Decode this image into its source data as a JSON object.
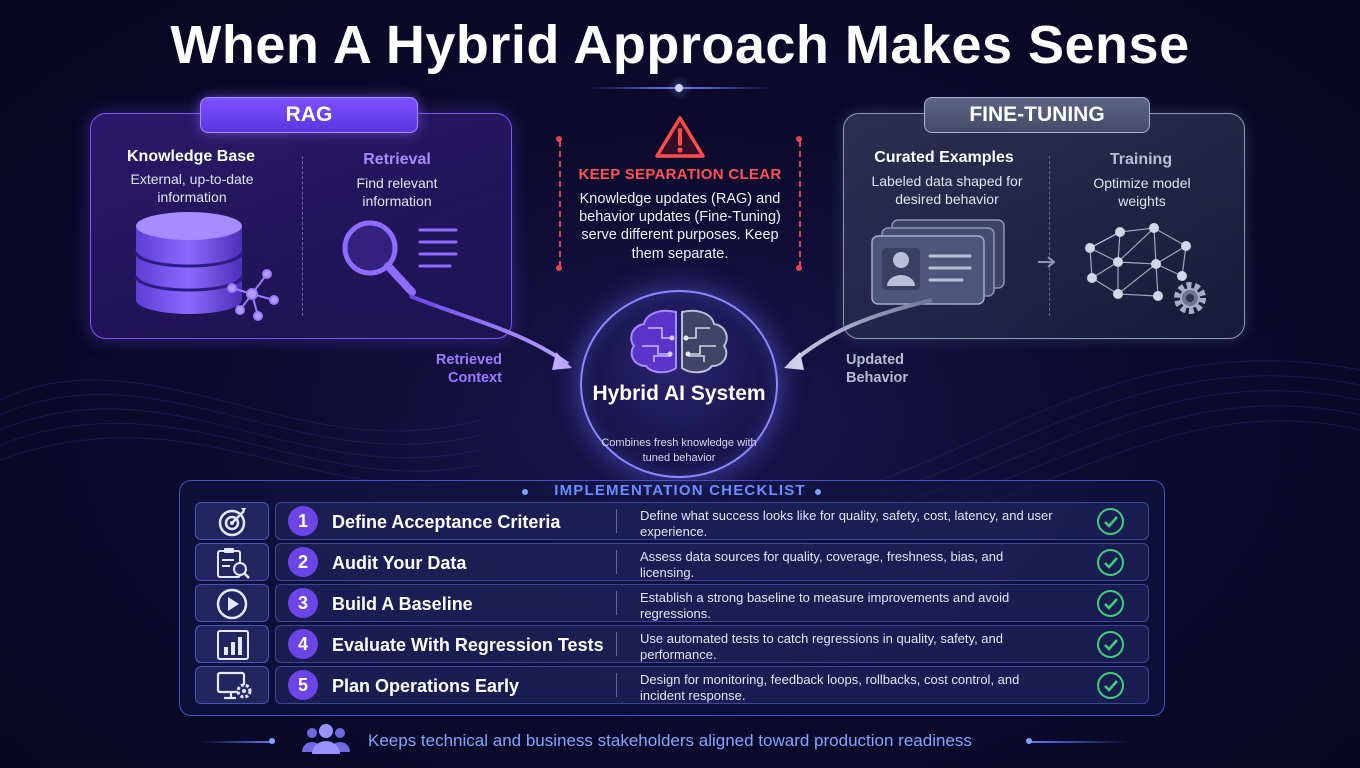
{
  "title": "When A Hybrid Approach Makes Sense",
  "rag": {
    "tag": "RAG",
    "kb_title": "Knowledge Base",
    "kb_sub": "External, up-to-date information",
    "retrieval_title": "Retrieval",
    "retrieval_sub": "Find relevant information",
    "flow_label": "Retrieved Context"
  },
  "fine_tuning": {
    "tag": "FINE-TUNING",
    "ex_title": "Curated Examples",
    "ex_sub": "Labeled data shaped for desired behavior",
    "training_title": "Training",
    "training_sub": "Optimize model weights",
    "flow_label": "Updated Behavior"
  },
  "warning": {
    "title": "KEEP SEPARATION CLEAR",
    "text": "Knowledge updates (RAG) and behavior updates (Fine-Tuning) serve different purposes. Keep them separate."
  },
  "hybrid": {
    "title": "Hybrid AI System",
    "sub": "Combines fresh knowledge with tuned behavior"
  },
  "checklist": {
    "heading": "IMPLEMENTATION CHECKLIST",
    "items": [
      {
        "num": "1",
        "title": "Define Acceptance Criteria",
        "desc": "Define what success looks like for quality, safety, cost, latency, and user experience.",
        "icon": "target-icon"
      },
      {
        "num": "2",
        "title": "Audit Your Data",
        "desc": "Assess data sources for quality, coverage, freshness, bias, and licensing.",
        "icon": "clipboard-search-icon"
      },
      {
        "num": "3",
        "title": "Build A Baseline",
        "desc": "Establish a strong baseline to measure improvements and avoid regressions.",
        "icon": "play-icon"
      },
      {
        "num": "4",
        "title": "Evaluate With Regression Tests",
        "desc": "Use automated tests to catch regressions in quality, safety, and performance.",
        "icon": "bar-chart-icon"
      },
      {
        "num": "5",
        "title": "Plan Operations Early",
        "desc": "Design for monitoring, feedback loops, rollbacks, cost control, and incident response.",
        "icon": "monitor-gear-icon"
      }
    ]
  },
  "footer": {
    "text": "Keeps technical and business stakeholders aligned toward production readiness",
    "icon": "people-icon"
  },
  "colors": {
    "rag_accent": "#7a55ff",
    "ft_accent": "#8e97b8",
    "warning": "#ff5252",
    "check": "#3fd07c",
    "checklist_heading": "#6a8dff"
  }
}
